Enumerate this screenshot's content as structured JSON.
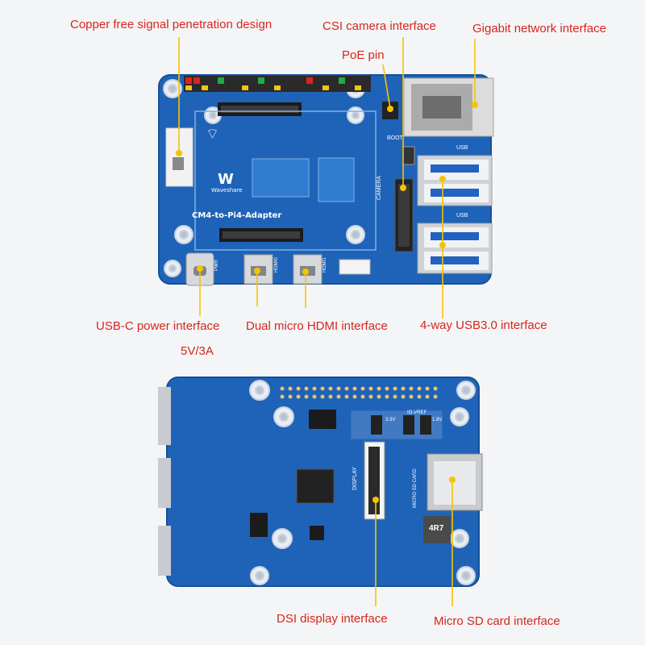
{
  "callouts": {
    "copper_free": "Copper free signal penetration design",
    "csi": "CSI camera interface",
    "gigabit": "Gigabit network interface",
    "poe": "PoE pin",
    "usbc": "USB-C power interface",
    "usbc_spec": "5V/3A",
    "hdmi": "Dual micro HDMI interface",
    "usb3": "4-way USB3.0 interface",
    "dsi": "DSI display interface",
    "microsd": "Micro SD card interface"
  },
  "top_board": {
    "brand": "Waveshare",
    "model": "CM4-to-Pi4-Adapter",
    "camera_label": "CAMERA",
    "boot_label": "BOOT",
    "usb_label_1": "USB",
    "usb_label_2": "USB",
    "pwr_label": "PWR",
    "hdmi0_label": "HDMI0",
    "hdmi1_label": "HDMI1"
  },
  "bottom_board": {
    "display_label": "DISPLAY",
    "sd_label": "MICRO SD CARD",
    "inductor_label": "4R7",
    "vref_label": "IO-VREF",
    "v33_label": "3.3V",
    "v18_label": "1.8V"
  },
  "colors": {
    "pcb": "#1f63b8",
    "pcb_dark": "#17529c",
    "callout_text": "#d8261c",
    "leader": "#f5c400"
  }
}
